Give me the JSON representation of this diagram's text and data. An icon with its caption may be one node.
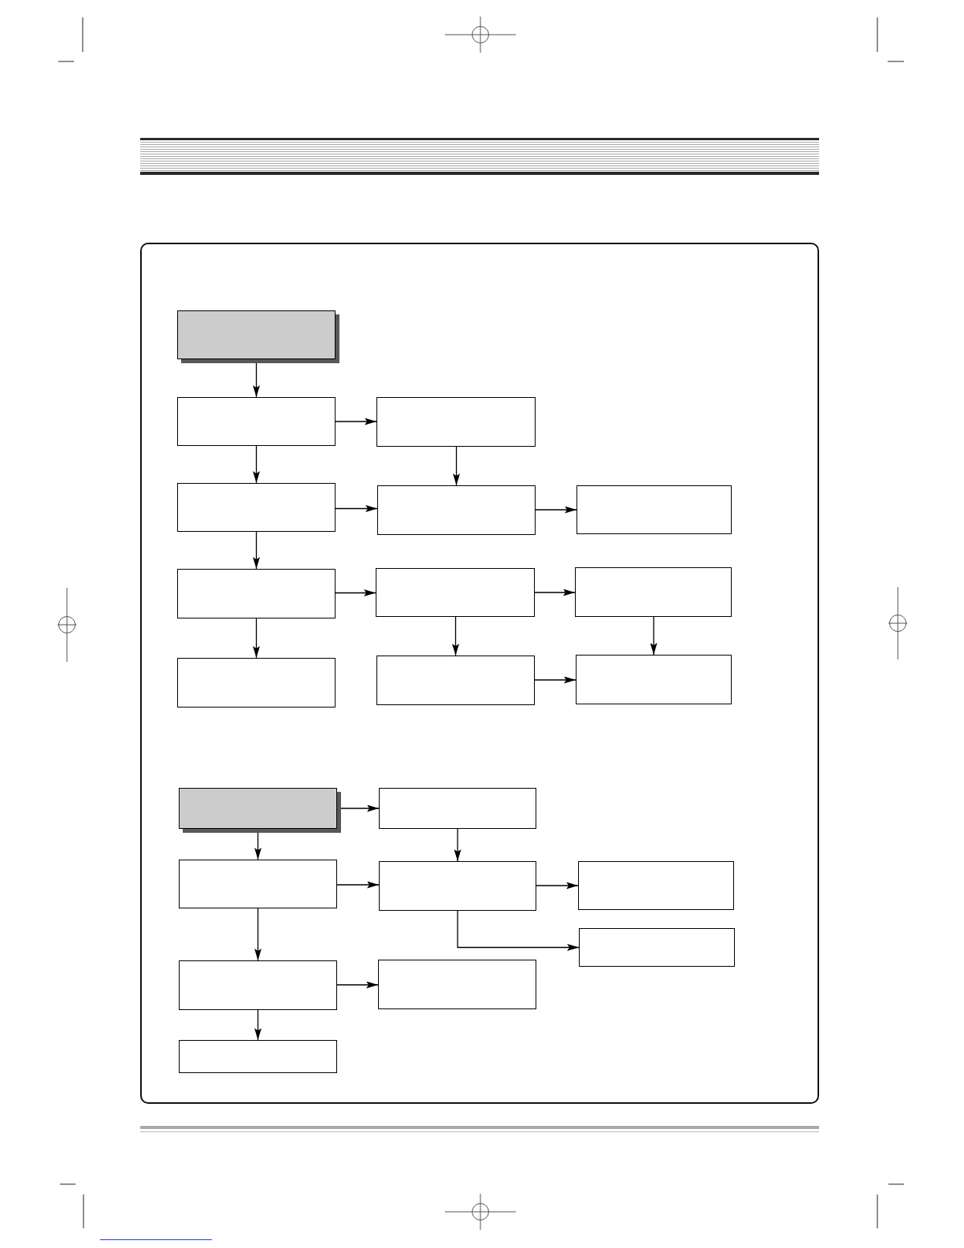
{
  "diagram": {
    "nodes": [
      {
        "text": [],
        "shape": "box"
      },
      {
        "text": [],
        "shape": "box"
      },
      {
        "text": [],
        "shape": "box"
      },
      {
        "text": [],
        "shape": "box"
      },
      {
        "text": [],
        "shape": "box"
      },
      {
        "text": [],
        "shape": "box"
      },
      {
        "text": [],
        "shape": "box"
      },
      {
        "text": [],
        "shape": "box"
      },
      {
        "text": [],
        "shape": "box"
      },
      {
        "text": [],
        "shape": "box"
      },
      {
        "text": [],
        "shape": "box"
      },
      {
        "text": [],
        "shape": "box"
      },
      {
        "text": [],
        "shape": "box"
      },
      {
        "text": [],
        "shape": "box"
      },
      {
        "text": [],
        "shape": "box"
      },
      {
        "text": [],
        "shape": "box"
      },
      {
        "text": [],
        "shape": "box"
      },
      {
        "text": [],
        "shape": "box"
      },
      {
        "text": [],
        "shape": "box"
      },
      {
        "text": [],
        "shape": "box"
      },
      {
        "text": [],
        "shape": "box"
      }
    ],
    "edges": [
      {
        "from": 0,
        "to": 1,
        "arrow": "to"
      },
      {
        "from": 1,
        "to": 2,
        "arrow": "to"
      },
      {
        "from": 1,
        "to": 3,
        "arrow": "to"
      },
      {
        "from": 2,
        "to": 4,
        "arrow": "to"
      },
      {
        "from": 3,
        "to": 4,
        "arrow": "to"
      },
      {
        "from": 3,
        "to": 6,
        "arrow": "to"
      },
      {
        "from": 4,
        "to": 5,
        "arrow": "to"
      },
      {
        "from": 6,
        "to": 7,
        "arrow": "to"
      },
      {
        "from": 6,
        "to": 9,
        "arrow": "to"
      },
      {
        "from": 7,
        "to": 8,
        "arrow": "to"
      },
      {
        "from": 7,
        "to": 10,
        "arrow": "to"
      },
      {
        "from": 8,
        "to": 11,
        "arrow": "to"
      },
      {
        "from": 10,
        "to": 11,
        "arrow": "to"
      },
      {
        "from": 12,
        "to": 13,
        "arrow": "to"
      },
      {
        "from": 12,
        "to": 14,
        "arrow": "to"
      },
      {
        "from": 13,
        "to": 15,
        "arrow": "to"
      },
      {
        "from": 14,
        "to": 15,
        "arrow": "to"
      },
      {
        "from": 15,
        "to": 16,
        "arrow": "to"
      },
      {
        "from": 15,
        "to": 17,
        "arrow": "to"
      },
      {
        "from": 14,
        "to": 18,
        "arrow": "to"
      },
      {
        "from": 18,
        "to": 19,
        "arrow": "to"
      },
      {
        "from": 18,
        "to": 20,
        "arrow": "to"
      }
    ]
  }
}
